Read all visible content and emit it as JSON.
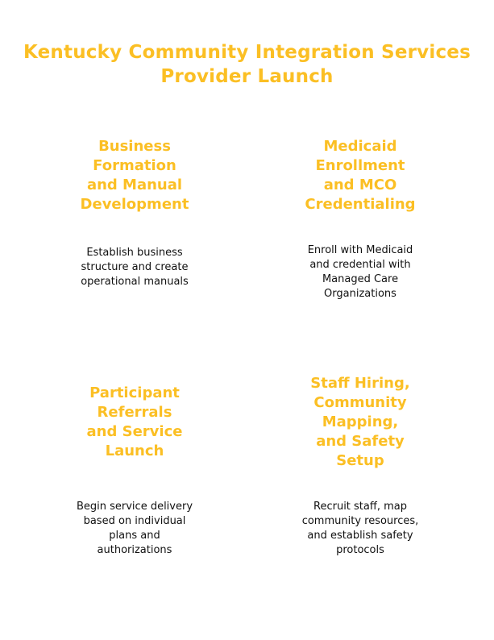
{
  "title": {
    "line1": "Kentucky Community Integration Services",
    "line2": "Provider Launch"
  },
  "steps": [
    {
      "heading": "Business\nFormation\nand Manual\nDevelopment",
      "description": "Establish business\nstructure and create\noperational manuals"
    },
    {
      "heading": "Medicaid\nEnrollment\nand MCO\nCredentialing",
      "description": "Enroll with Medicaid\nand credential with\nManaged Care\nOrganizations"
    },
    {
      "heading": "Participant\nReferrals\nand Service\nLaunch",
      "description": "Begin service delivery\nbased on individual\nplans and\nauthorizations"
    },
    {
      "heading": "Staff Hiring,\nCommunity\nMapping,\nand Safety\nSetup",
      "description": "Recruit staff, map\ncommunity resources,\nand establish safety\nprotocols"
    }
  ],
  "colors": {
    "accent": "#fbbf24",
    "text": "#111111",
    "background": "#ffffff"
  }
}
